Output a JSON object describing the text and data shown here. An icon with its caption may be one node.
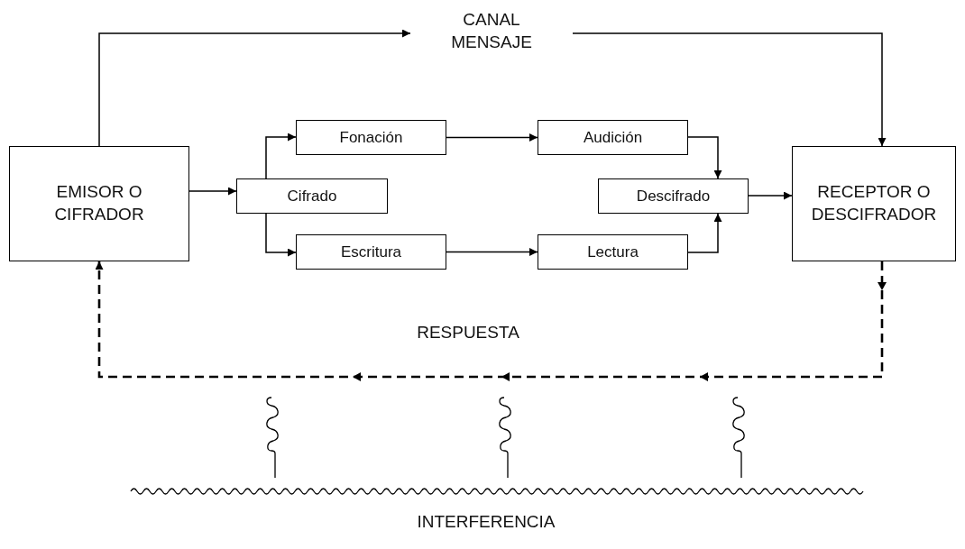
{
  "diagram": {
    "nodes": [
      {
        "text": [
          "EMISOR O CIFRADOR"
        ]
      },
      {
        "text": [
          "CANAL MENSAJE"
        ]
      },
      {
        "text": [
          "RECEPTOR O DESCIFRADOR"
        ]
      },
      {
        "text": [
          "Cifrado"
        ]
      },
      {
        "text": [
          "Fonación"
        ]
      },
      {
        "text": [
          "Escritura"
        ]
      },
      {
        "text": [
          "Audición"
        ]
      },
      {
        "text": [
          "Lectura"
        ]
      },
      {
        "text": [
          "Descifrado"
        ]
      }
    ],
    "edges": [
      {
        "from": 0,
        "to": 1,
        "arrow": "to"
      },
      {
        "from": 1,
        "to": 2,
        "arrow": "to"
      },
      {
        "from": 0,
        "to": 3,
        "arrow": "to"
      },
      {
        "from": 3,
        "to": 4,
        "arrow": "to"
      },
      {
        "from": 3,
        "to": 5,
        "arrow": "to"
      },
      {
        "from": 4,
        "to": 6,
        "arrow": "to"
      },
      {
        "from": 5,
        "to": 7,
        "arrow": "to"
      },
      {
        "from": 6,
        "to": 8,
        "arrow": "to"
      },
      {
        "from": 7,
        "to": 8,
        "arrow": "to"
      },
      {
        "from": 8,
        "to": 2,
        "arrow": "to"
      },
      {
        "from": 2,
        "to": 0,
        "arrow": "to",
        "label": "RESPUESTA",
        "style": "dashed"
      }
    ],
    "labels": [
      "INTERFERENCIA"
    ]
  }
}
